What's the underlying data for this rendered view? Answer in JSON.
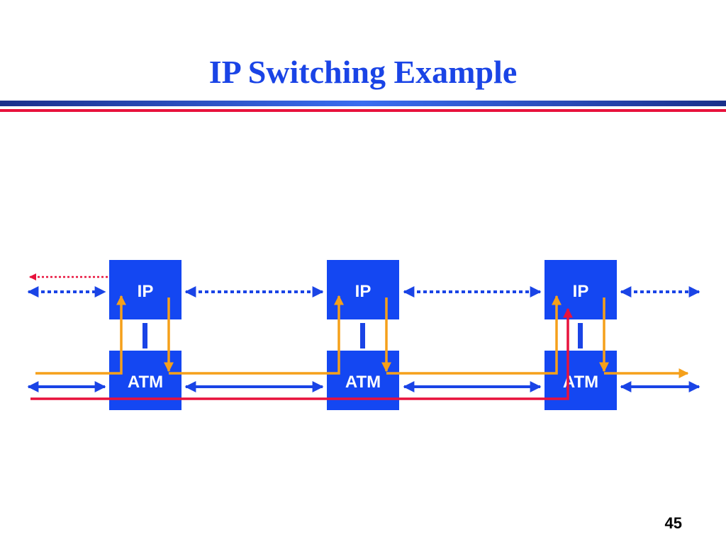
{
  "slide": {
    "title": "IP Switching Example",
    "page_number": "45"
  },
  "diagram": {
    "nodes": [
      {
        "ip_label": "IP",
        "atm_label": "ATM"
      },
      {
        "ip_label": "IP",
        "atm_label": "ATM"
      },
      {
        "ip_label": "IP",
        "atm_label": "ATM"
      }
    ],
    "colors": {
      "node_fill": "#1447f2",
      "link_blue": "#1a44e6",
      "flow_orange": "#f5a01a",
      "flow_red": "#e8123c",
      "title_rule_blue": "#1a3aa8",
      "title_rule_red": "#e8123c"
    }
  }
}
